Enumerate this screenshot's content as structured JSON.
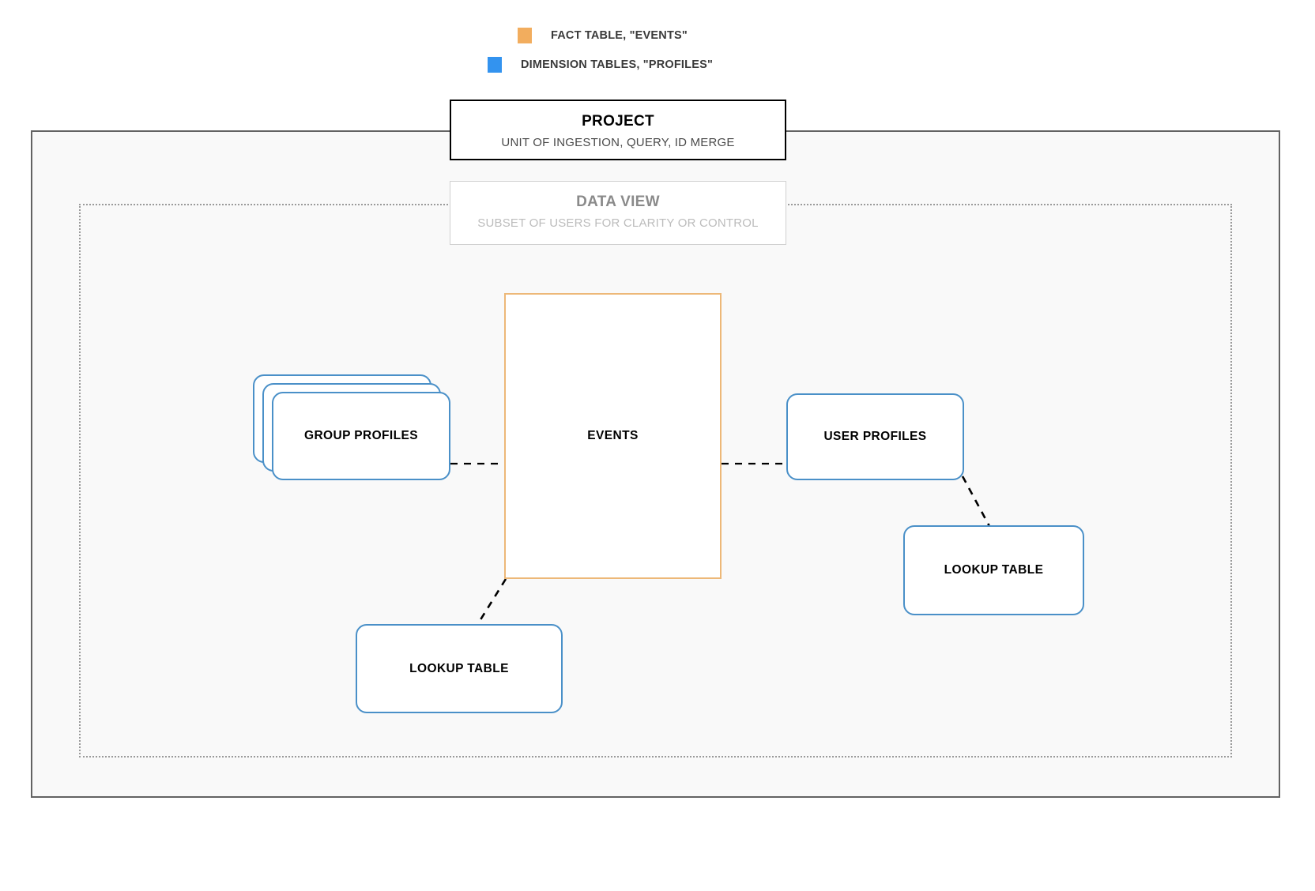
{
  "legend": {
    "items": [
      {
        "label": "FACT TABLE, \"EVENTS\"",
        "color": "#f2ad5e",
        "icon": "orange-square-swatch"
      },
      {
        "label": "DIMENSION TABLES, \"PROFILES\"",
        "color": "#3393ef",
        "icon": "blue-square-swatch"
      }
    ]
  },
  "project": {
    "title": "PROJECT",
    "subtitle": "UNIT OF INGESTION, QUERY, ID MERGE",
    "border_color": "#000000"
  },
  "data_view": {
    "title": "DATA VIEW",
    "subtitle": "SUBSET OF USERS FOR CLARITY OR CONTROL",
    "border_color": "#d0d0d0"
  },
  "entities": {
    "events": {
      "label": "EVENTS",
      "type": "fact-table",
      "color": "#edb878"
    },
    "group_profiles": {
      "label": "GROUP PROFILES",
      "type": "dimension-table-stack",
      "color": "#4a90c8",
      "stack_count": 3
    },
    "user_profiles": {
      "label": "USER PROFILES",
      "type": "dimension-table",
      "color": "#4a90c8"
    },
    "lookup_table_right": {
      "label": "LOOKUP TABLE",
      "type": "dimension-table",
      "color": "#4a90c8"
    },
    "lookup_table_bottom": {
      "label": "LOOKUP TABLE",
      "type": "dimension-table",
      "color": "#4a90c8"
    }
  },
  "connections": [
    {
      "from": "group_profiles",
      "to": "events",
      "style": "dashed"
    },
    {
      "from": "events",
      "to": "user_profiles",
      "style": "dashed"
    },
    {
      "from": "user_profiles",
      "to": "lookup_table_right",
      "style": "dashed"
    },
    {
      "from": "events",
      "to": "lookup_table_bottom",
      "style": "dashed"
    }
  ]
}
